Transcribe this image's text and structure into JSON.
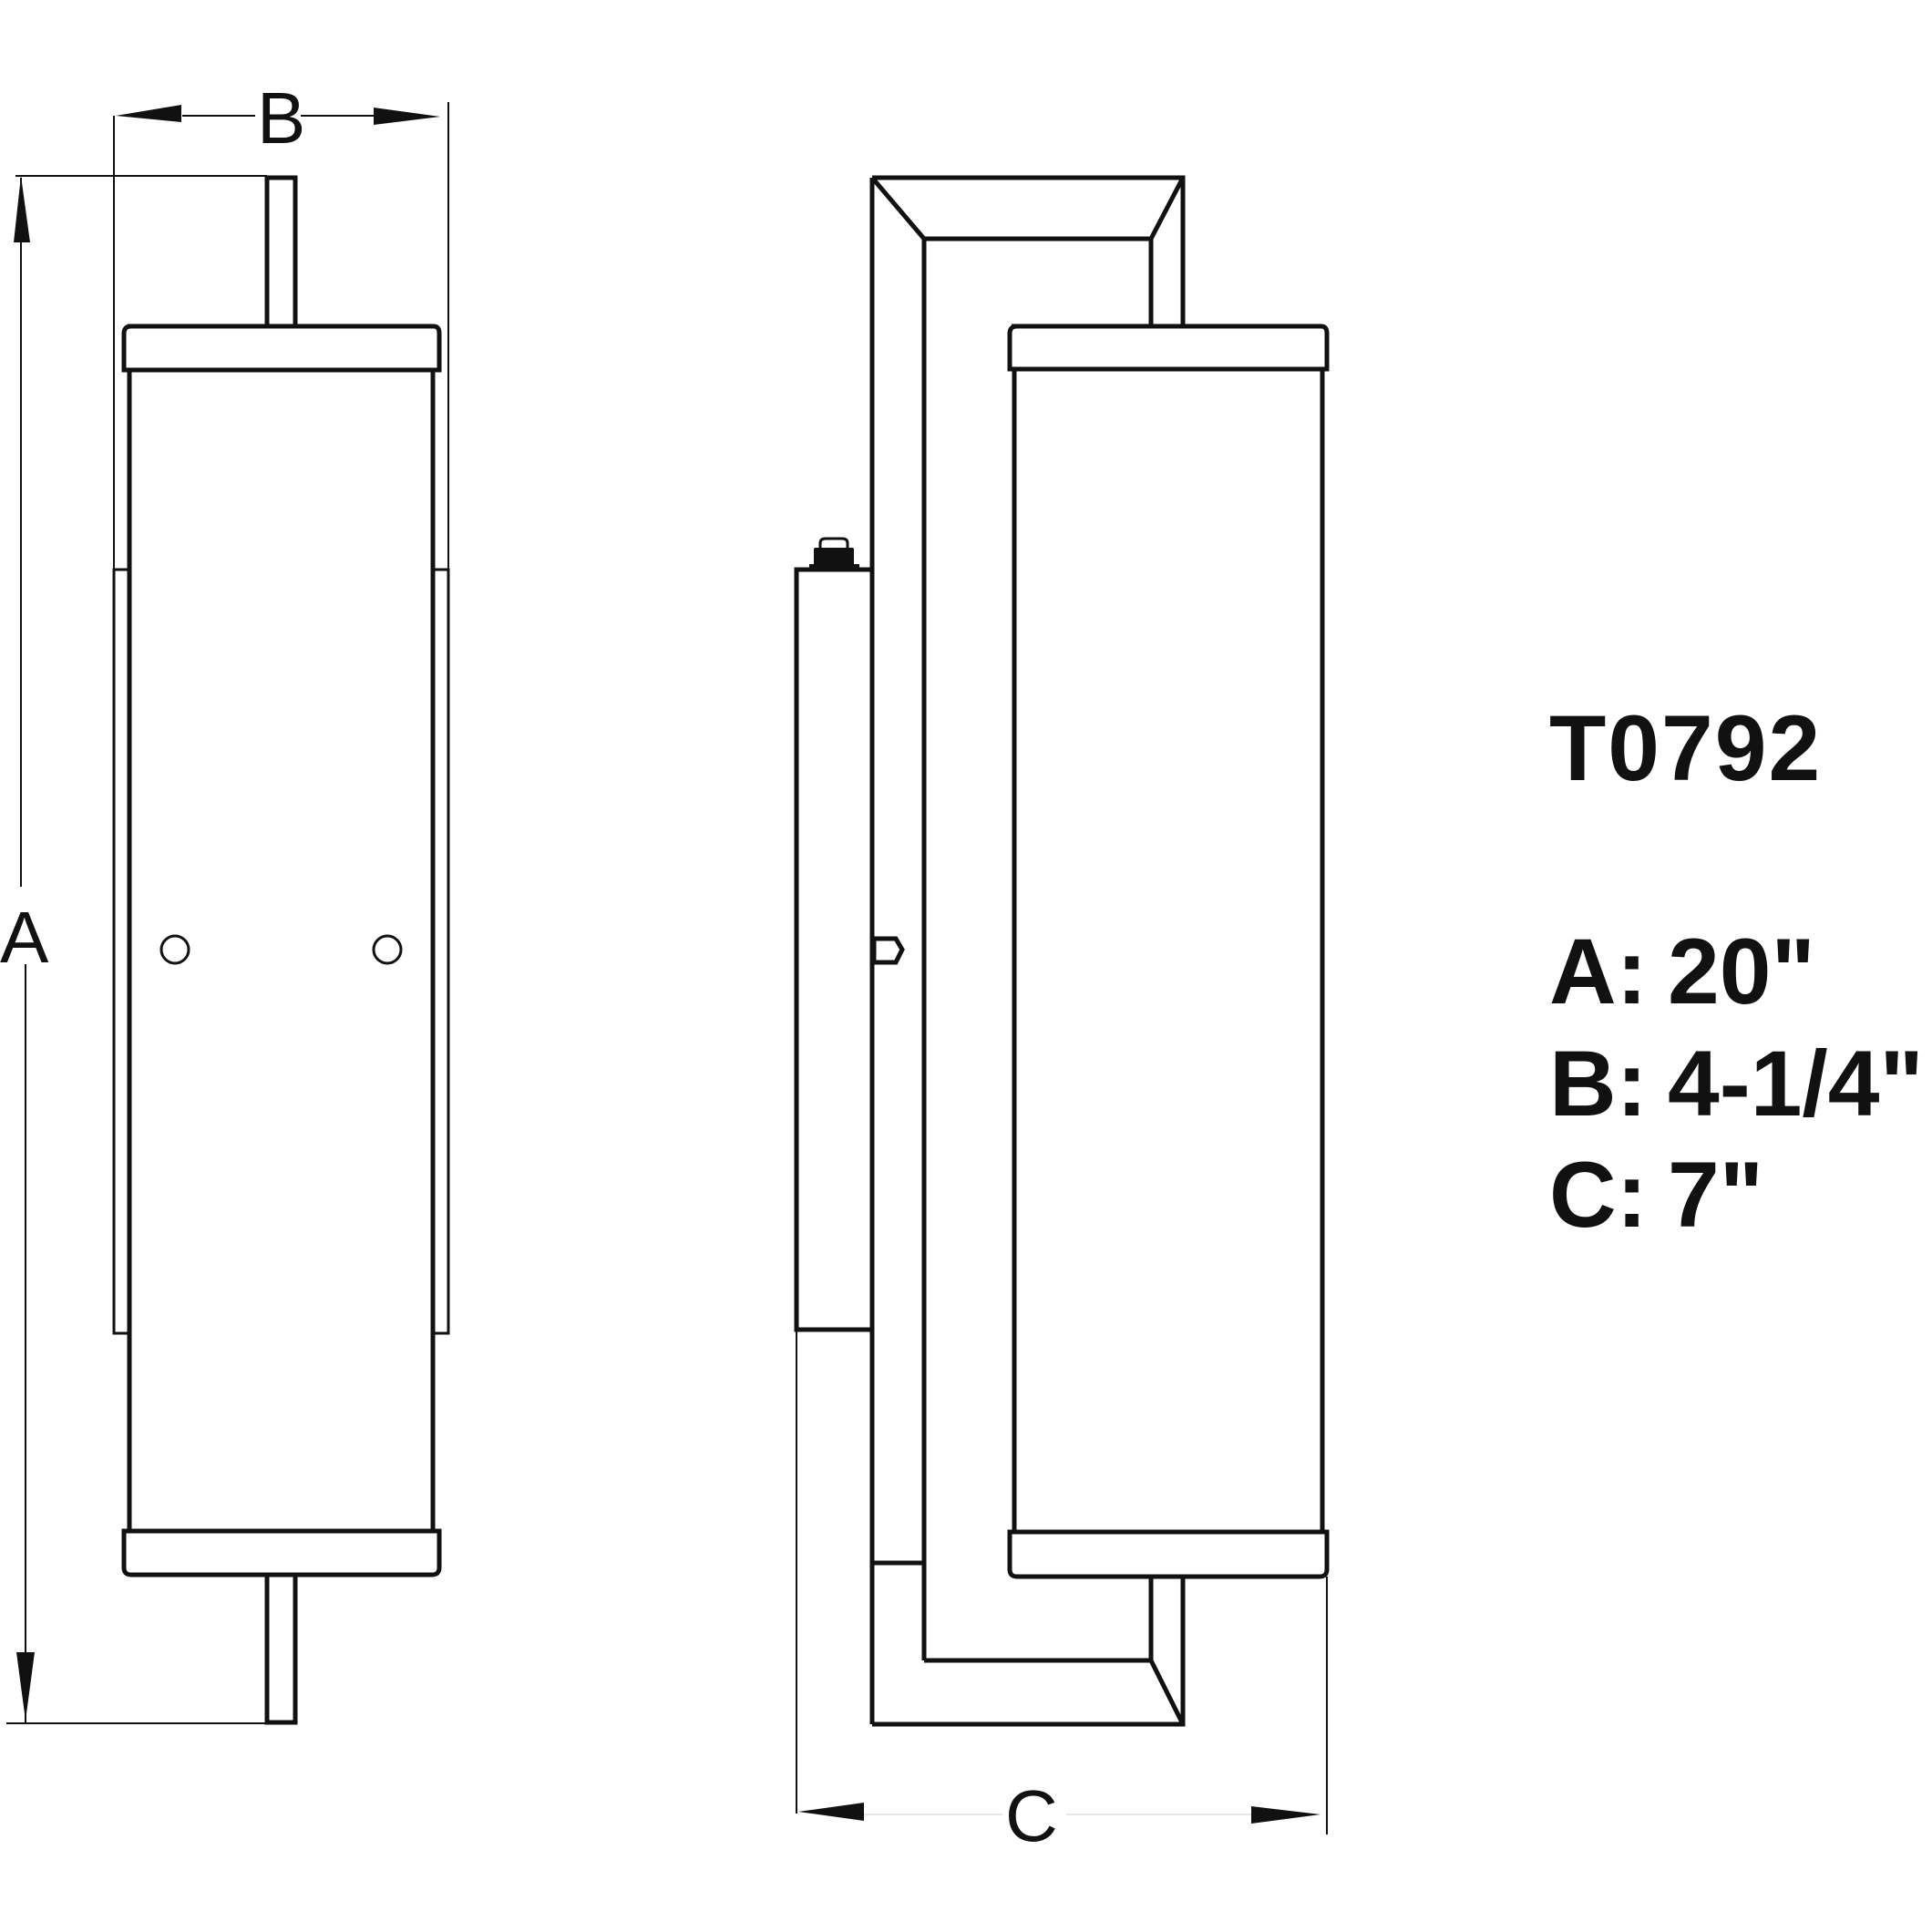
{
  "drawing": {
    "views": [
      "front-view",
      "side-view"
    ],
    "dimension_labels": {
      "A": "A",
      "B": "B",
      "C": "C"
    },
    "line_color": "#111111",
    "background": "#ffffff"
  },
  "spec": {
    "model": "T0792",
    "rows": [
      {
        "key": "A:",
        "value": "20\""
      },
      {
        "key": "B:",
        "value": "4-1/4\""
      },
      {
        "key": "C:",
        "value": "7\""
      }
    ]
  }
}
